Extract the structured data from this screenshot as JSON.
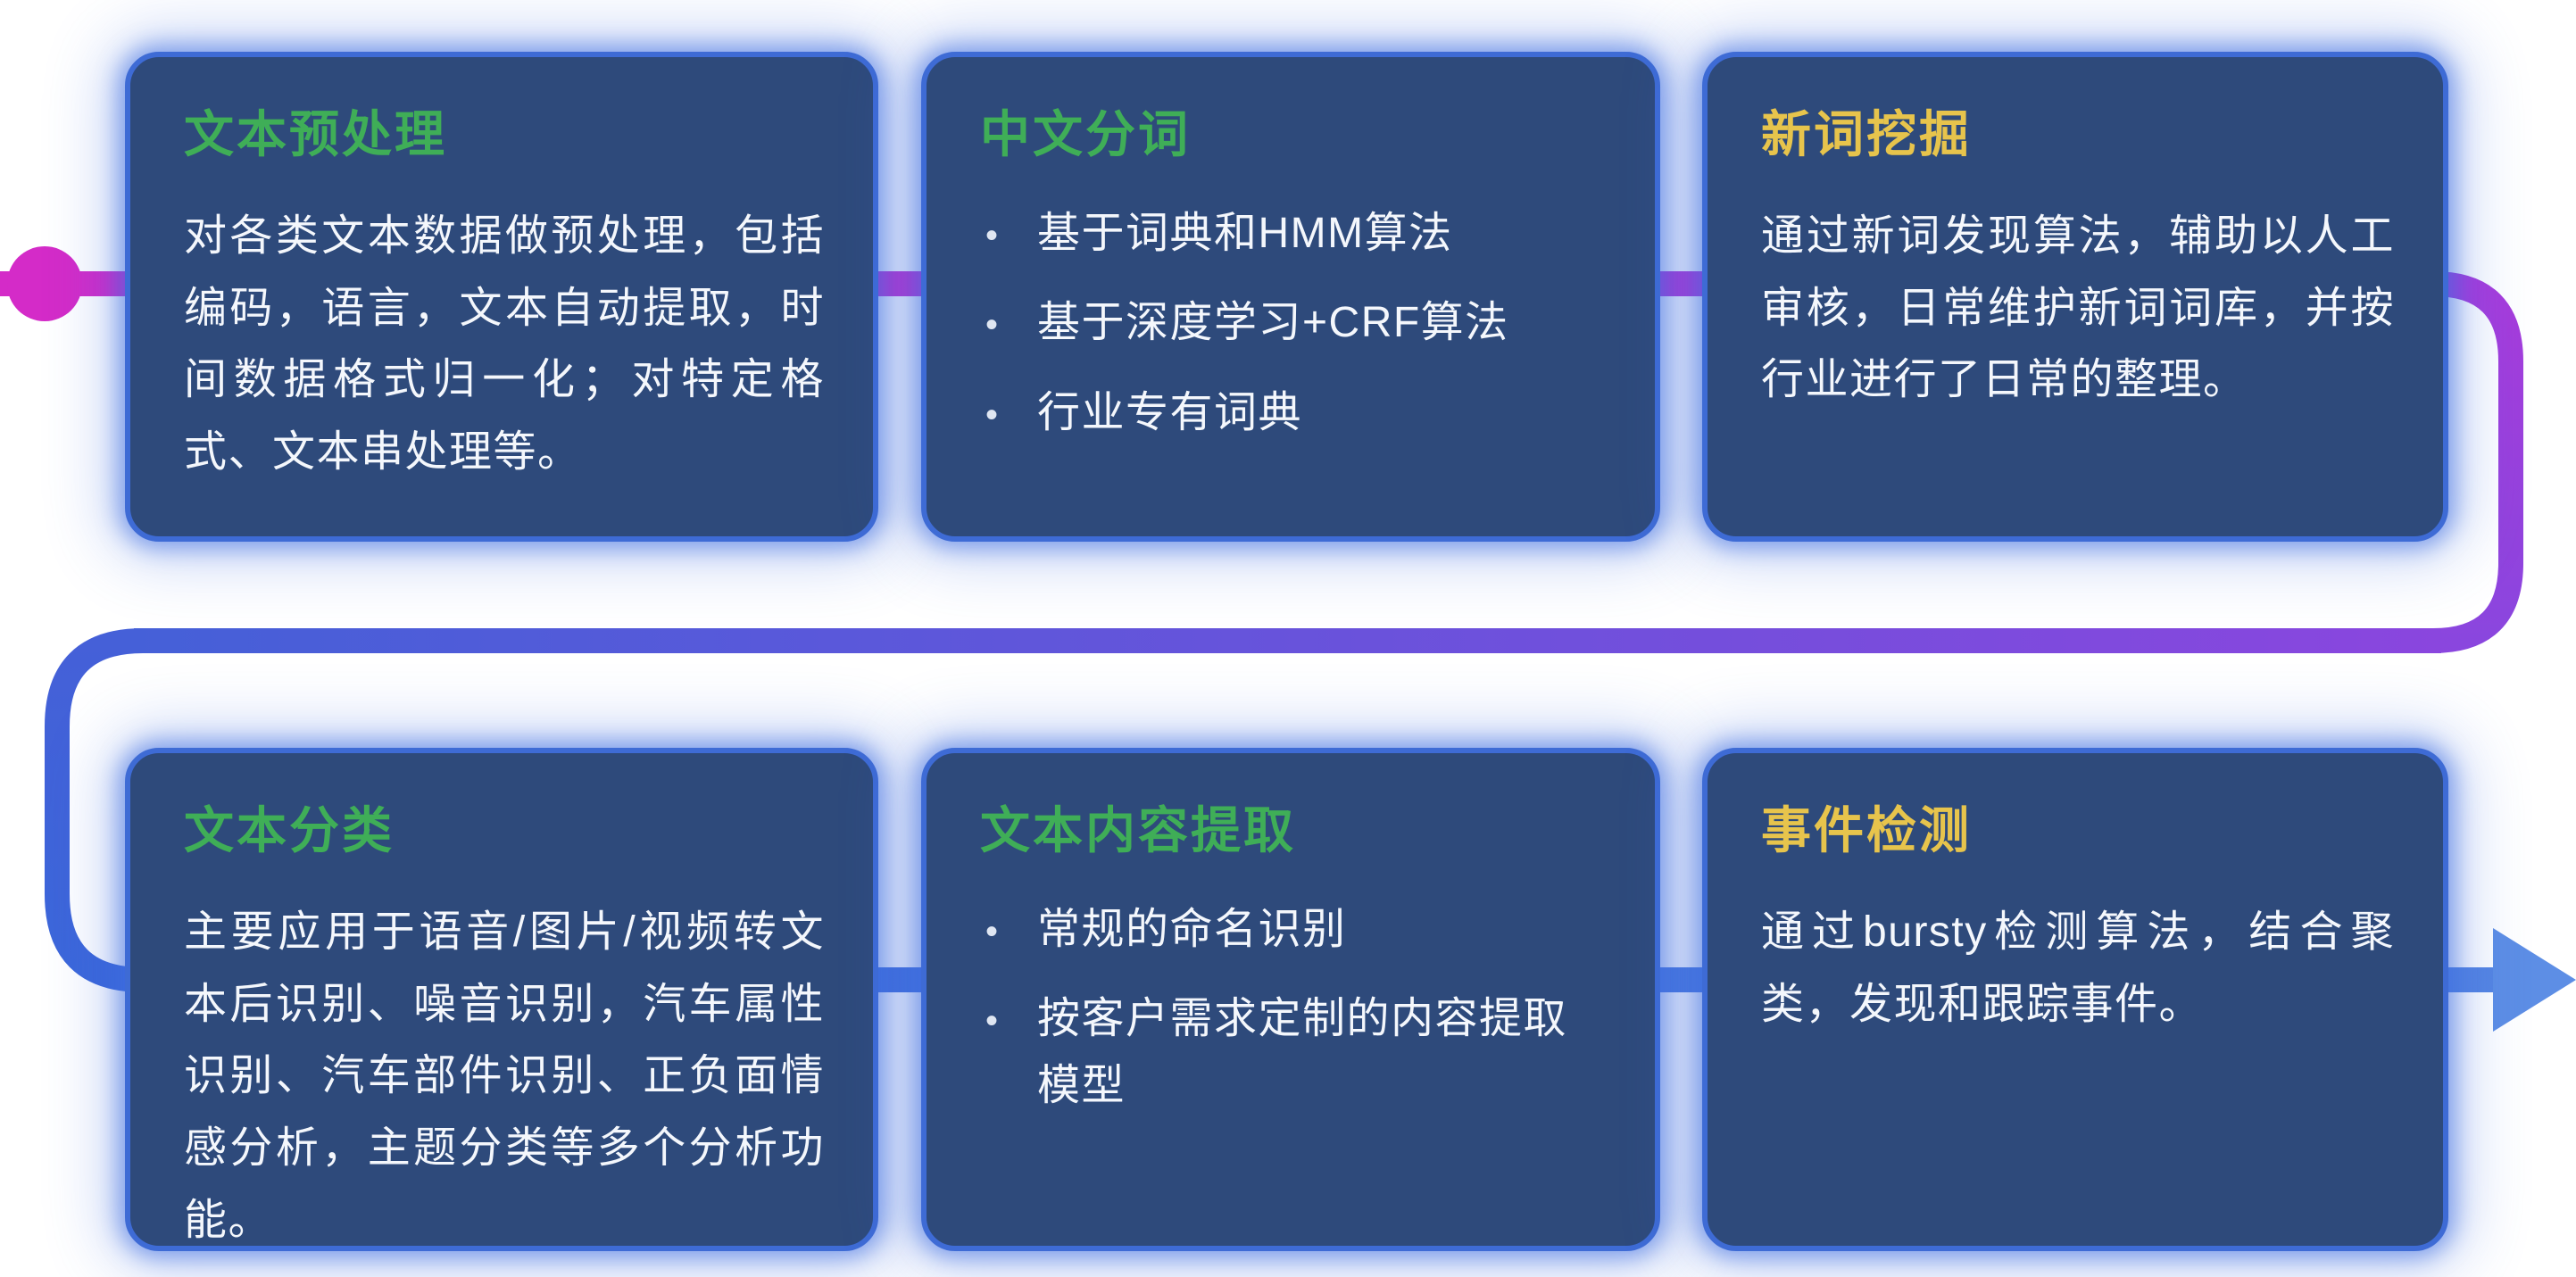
{
  "bullet_char": "•",
  "colors": {
    "card_background": "#2e4a7b",
    "card_border": "#3e6bd5",
    "card_glow": "#3e6ee0",
    "title_green": "#3fae57",
    "title_yellow": "#e7c44c",
    "body_text": "#f4f7fc",
    "flow_start_magenta": "#d42bc8",
    "flow_purple": "#8a46de",
    "flow_blue": "#3b67da",
    "flow_arrow_blue": "#5d8ee5"
  },
  "flow": {
    "start_dot_color": "#d42bc8",
    "gradient_stops": [
      "#d42bc8",
      "#a83bdb",
      "#8a46de",
      "#4560d8",
      "#3b67da",
      "#5585e2"
    ],
    "arrow_color": "#5d8ee5"
  },
  "cards": [
    {
      "id": "text-preprocessing",
      "title": "文本预处理",
      "title_color": "green",
      "type": "paragraph",
      "body": "对各类文本数据做预处理，包括编码，语言，文本自动提取，时间数据格式归一化；对特定格式、文本串处理等。"
    },
    {
      "id": "chinese-word-segmentation",
      "title": "中文分词",
      "title_color": "green",
      "type": "bullets",
      "bullets": [
        "基于词典和HMM算法",
        "基于深度学习+CRF算法",
        "行业专有词典"
      ]
    },
    {
      "id": "new-word-mining",
      "title": "新词挖掘",
      "title_color": "yellow",
      "type": "paragraph",
      "body": "通过新词发现算法，辅助以人工审核，日常维护新词词库，并按行业进行了日常的整理。"
    },
    {
      "id": "text-classification",
      "title": "文本分类",
      "title_color": "green",
      "type": "paragraph",
      "body": "主要应用于语音/图片/视频转文本后识别、噪音识别，汽车属性识别、汽车部件识别、正负面情感分析，主题分类等多个分析功能。"
    },
    {
      "id": "text-content-extraction",
      "title": "文本内容提取",
      "title_color": "green",
      "type": "bullets",
      "bullets": [
        "常规的命名识别",
        "按客户需求定制的内容提取模型"
      ]
    },
    {
      "id": "event-detection",
      "title": "事件检测",
      "title_color": "yellow",
      "type": "paragraph",
      "body": "通过bursty检测算法，结合聚类，发现和跟踪事件。"
    }
  ]
}
